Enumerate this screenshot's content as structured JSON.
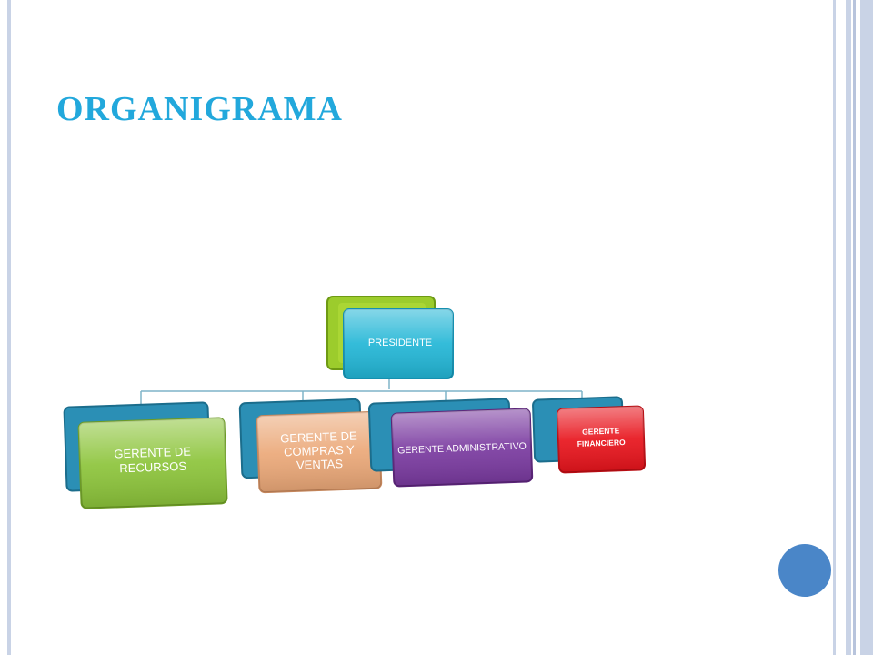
{
  "slide": {
    "title": "ORGANIGRAMA"
  },
  "org_chart": {
    "root": {
      "label": "PRESIDENTE",
      "color": "#22b6d6",
      "back_color": "#9ccc2c"
    },
    "children": [
      {
        "label_lines": [
          "GERENTE DE",
          "RECURSOS"
        ],
        "color": "#8cc43a",
        "back_color": "#2b8fb5"
      },
      {
        "label_lines": [
          "GERENTE DE",
          "COMPRAS Y",
          "VENTAS"
        ],
        "color": "#eba878",
        "back_color": "#2b8fb5"
      },
      {
        "label_lines": [
          "GERENTE ADMINISTRATIVO"
        ],
        "color": "#7a3aa0",
        "back_color": "#2b8fb5"
      },
      {
        "label_lines": [
          "GERENTE",
          "FINANCIERO"
        ],
        "color": "#e8141c",
        "back_color": "#2b8fb5"
      }
    ]
  }
}
